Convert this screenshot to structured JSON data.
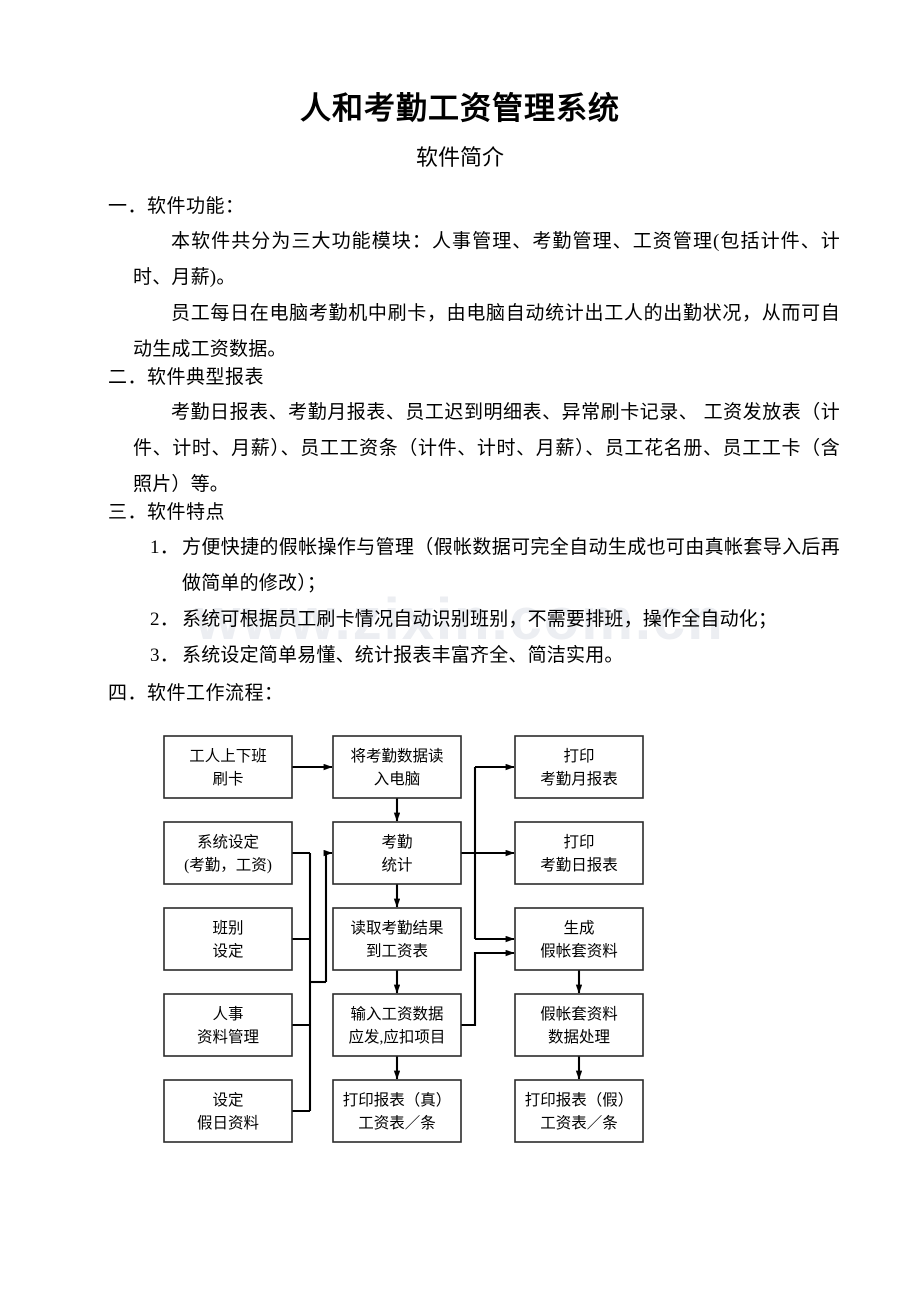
{
  "document": {
    "title": "人和考勤工资管理系统",
    "subtitle": "软件简介",
    "watermark": "www.zixin.com.cn"
  },
  "sections": [
    {
      "number": "一．",
      "heading": "软件功能：",
      "paragraphs": [
        "本软件共分为三大功能模块：人事管理、考勤管理、工资管理(包括计件、计时、月薪)。",
        "员工每日在电脑考勤机中刷卡，由电脑自动统计出工人的出勤状况，从而可自动生成工资数据。"
      ]
    },
    {
      "number": "二．",
      "heading": "软件典型报表",
      "paragraphs": [
        "考勤日报表、考勤月报表、员工迟到明细表、异常刷卡记录、 工资发放表（计件、计时、月薪）、员工工资条（计件、计时、月薪）、员工花名册、员工工卡（含照片）等。"
      ]
    },
    {
      "number": "三．",
      "heading": "软件特点",
      "items": [
        {
          "num": "1．",
          "text": "方便快捷的假帐操作与管理（假帐数据可完全自动生成也可由真帐套导入后再做简单的修改）；"
        },
        {
          "num": "2．",
          "text": "系统可根据员工刷卡情况自动识别班别，不需要排班，操作全自动化；"
        },
        {
          "num": "3．",
          "text": "系统设定简单易懂、统计报表丰富齐全、简洁实用。"
        }
      ]
    },
    {
      "number": "四．",
      "heading": "软件工作流程："
    }
  ],
  "flowchart": {
    "type": "flowchart",
    "nodes": [
      {
        "id": "n1",
        "line1": "工人上下班",
        "line2": "刷卡",
        "column": "left",
        "row": 1
      },
      {
        "id": "n2",
        "line1": "系统设定",
        "line2": "(考勤，工资)",
        "column": "left",
        "row": 2
      },
      {
        "id": "n3",
        "line1": "班别",
        "line2": "设定",
        "column": "left",
        "row": 3
      },
      {
        "id": "n4",
        "line1": "人事",
        "line2": "资料管理",
        "column": "left",
        "row": 4
      },
      {
        "id": "n5",
        "line1": "设定",
        "line2": "假日资料",
        "column": "left",
        "row": 5
      },
      {
        "id": "n6",
        "line1": "将考勤数据读",
        "line2": "入电脑",
        "column": "middle",
        "row": 1
      },
      {
        "id": "n7",
        "line1": "考勤",
        "line2": "统计",
        "column": "middle",
        "row": 2
      },
      {
        "id": "n8",
        "line1": "读取考勤结果",
        "line2": "到工资表",
        "column": "middle",
        "row": 3
      },
      {
        "id": "n9",
        "line1": "输入工资数据",
        "line2": "应发,应扣项目",
        "column": "middle",
        "row": 4
      },
      {
        "id": "n10",
        "line1": "打印报表（真）",
        "line2": "工资表／条",
        "column": "middle",
        "row": 5
      },
      {
        "id": "n11",
        "line1": "打印",
        "line2": "考勤月报表",
        "column": "right",
        "row": 1
      },
      {
        "id": "n12",
        "line1": "打印",
        "line2": "考勤日报表",
        "column": "right",
        "row": 2
      },
      {
        "id": "n13",
        "line1": "生成",
        "line2": "假帐套资料",
        "column": "right",
        "row": 3
      },
      {
        "id": "n14",
        "line1": "假帐套资料",
        "line2": "数据处理",
        "column": "right",
        "row": 4
      },
      {
        "id": "n15",
        "line1": "打印报表（假）",
        "line2": "工资表／条",
        "column": "right",
        "row": 5
      }
    ],
    "edges": [
      {
        "from": "n1",
        "to": "n6"
      },
      {
        "from": "n6",
        "to": "n7"
      },
      {
        "from": "n7",
        "to": "n8"
      },
      {
        "from": "n8",
        "to": "n9"
      },
      {
        "from": "n9",
        "to": "n10"
      },
      {
        "from": "n2",
        "to": "n7"
      },
      {
        "from": "n3",
        "to": "n7"
      },
      {
        "from": "n4",
        "to": "n7"
      },
      {
        "from": "n5",
        "to": "n7"
      },
      {
        "from": "n7",
        "to": "n11"
      },
      {
        "from": "n7",
        "to": "n12"
      },
      {
        "from": "n7",
        "to": "n13"
      },
      {
        "from": "n9",
        "to": "n13"
      },
      {
        "from": "n13",
        "to": "n14"
      },
      {
        "from": "n14",
        "to": "n15"
      }
    ]
  }
}
